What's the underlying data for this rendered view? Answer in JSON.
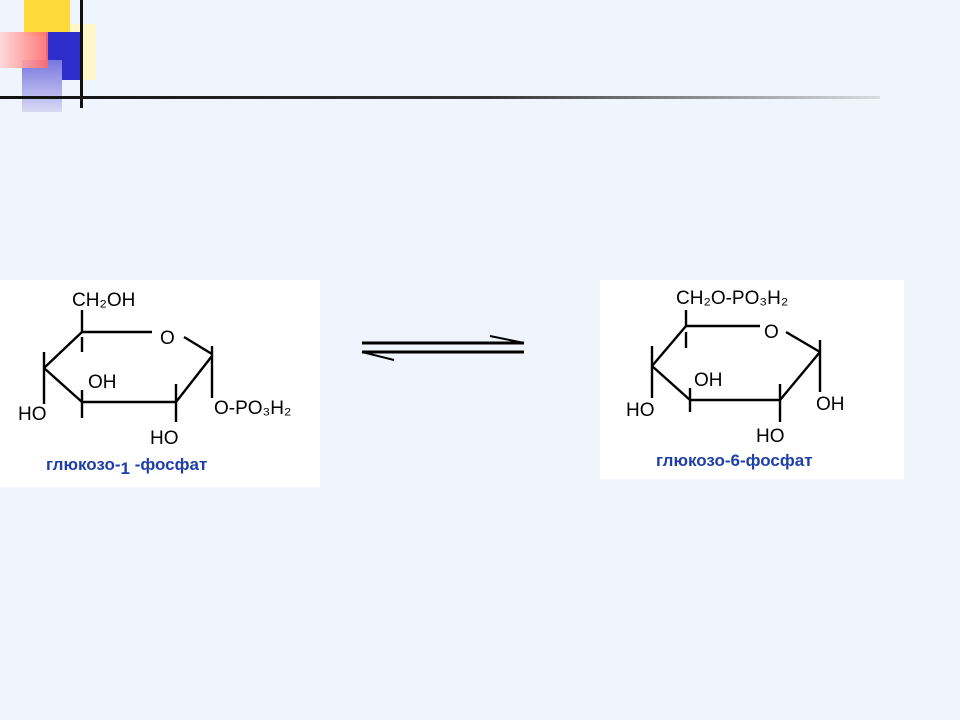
{
  "slide": {
    "left_molecule": {
      "ch2_label": "CH₂OH",
      "ring_oxygen": "O",
      "oh_inner": "OH",
      "ho_left": "HO",
      "phosphate": "O-PO₃H₂",
      "ho_bottom": "HO",
      "caption_prefix": "глюкозо-",
      "caption_number": "1",
      "caption_suffix": " -фосфат"
    },
    "right_molecule": {
      "ch2_label": "CH₂O-PO₃H₂",
      "ring_oxygen": "O",
      "oh_inner": "OH",
      "ho_left": "HO",
      "oh_right": "OH",
      "ho_bottom": "HO",
      "caption": "глюкозо-6-фосфат"
    },
    "colors": {
      "background": "#F0F4FC",
      "caption": "#1F3FA8",
      "accent_yellow": "#FFDA3A",
      "accent_blue": "#2D2DCC",
      "accent_red": "#FF6A6A"
    },
    "icons": {
      "reaction": "equilibrium-arrows"
    }
  }
}
